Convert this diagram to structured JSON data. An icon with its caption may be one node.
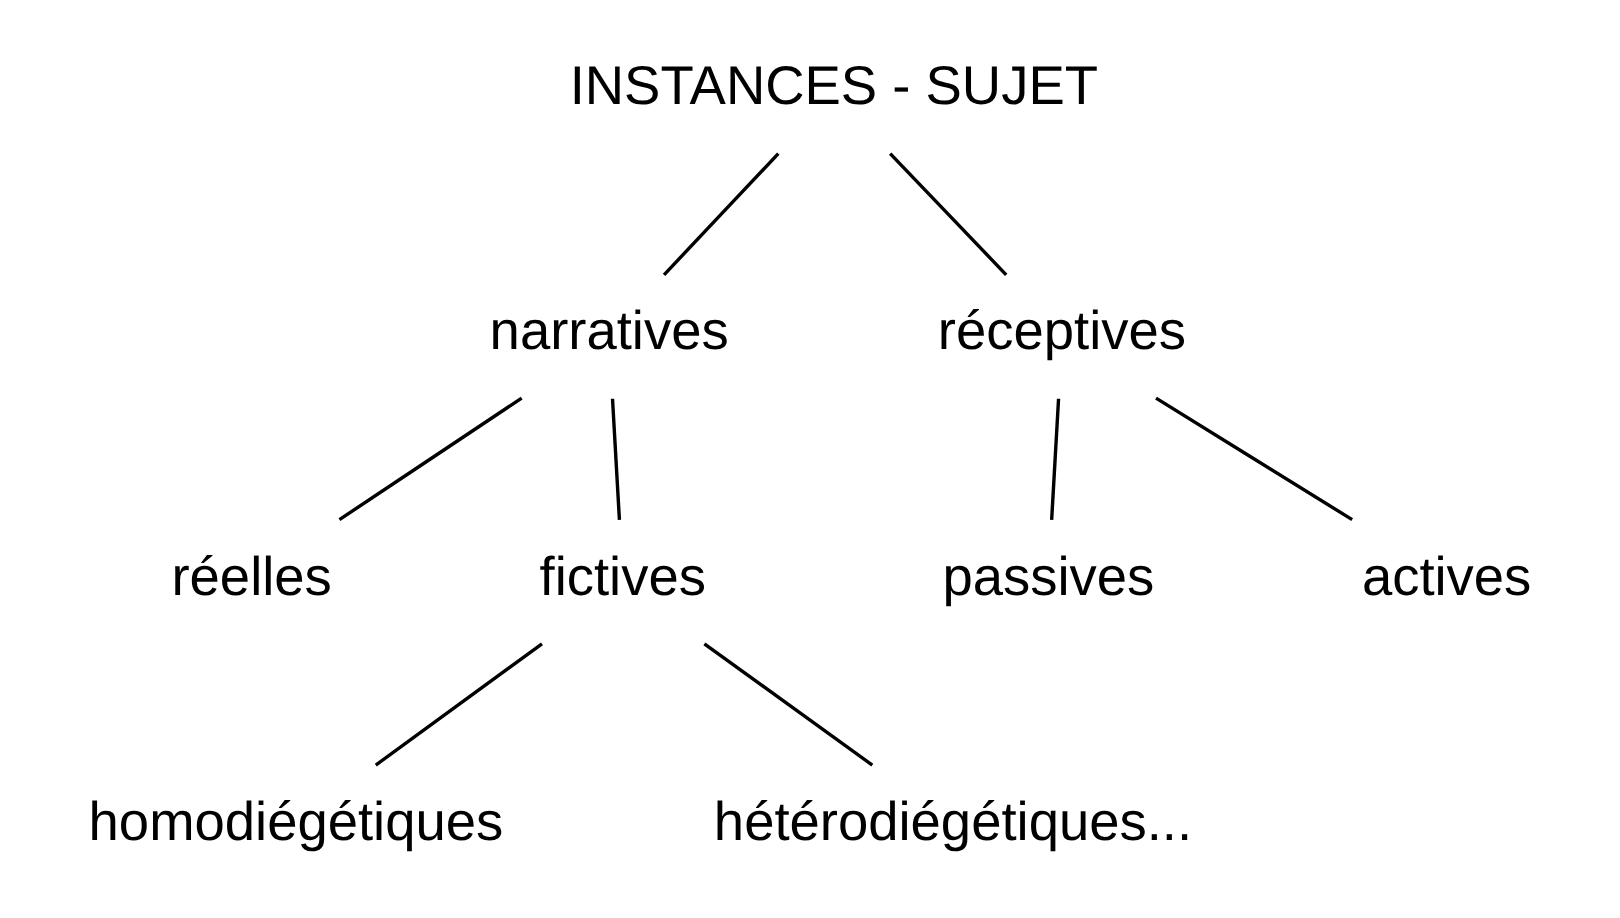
{
  "diagram": {
    "nodes": [
      {
        "text": [
          "INSTANCES - SUJET"
        ]
      },
      {
        "text": [
          "narratives"
        ]
      },
      {
        "text": [
          "réceptives"
        ]
      },
      {
        "text": [
          "réelles"
        ]
      },
      {
        "text": [
          "fictives"
        ]
      },
      {
        "text": [
          "passives"
        ]
      },
      {
        "text": [
          "actives"
        ]
      },
      {
        "text": [
          "homodiégétiques"
        ]
      },
      {
        "text": [
          "hétérodiégétiques..."
        ]
      }
    ],
    "edges": [
      {
        "from": 0,
        "to": 1,
        "arrow": "none"
      },
      {
        "from": 0,
        "to": 2,
        "arrow": "none"
      },
      {
        "from": 1,
        "to": 3,
        "arrow": "none"
      },
      {
        "from": 1,
        "to": 4,
        "arrow": "none"
      },
      {
        "from": 2,
        "to": 5,
        "arrow": "none"
      },
      {
        "from": 2,
        "to": 6,
        "arrow": "none"
      },
      {
        "from": 4,
        "to": 7,
        "arrow": "none"
      },
      {
        "from": 4,
        "to": 8,
        "arrow": "none"
      }
    ]
  }
}
